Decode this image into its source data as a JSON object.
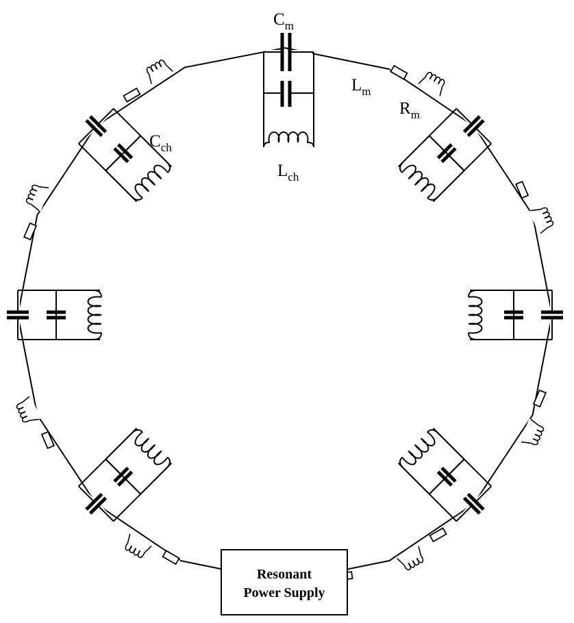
{
  "labels": {
    "cm": {
      "main": "C",
      "sub": "m"
    },
    "lm": {
      "main": "L",
      "sub": "m"
    },
    "rm": {
      "main": "R",
      "sub": "m"
    },
    "cch": {
      "main": "C",
      "sub": "ch"
    },
    "lch": {
      "main": "L",
      "sub": "ch"
    }
  },
  "power_supply": {
    "line1": "Resonant",
    "line2": "Power Supply"
  },
  "counts": {
    "channel_modules": 7
  }
}
